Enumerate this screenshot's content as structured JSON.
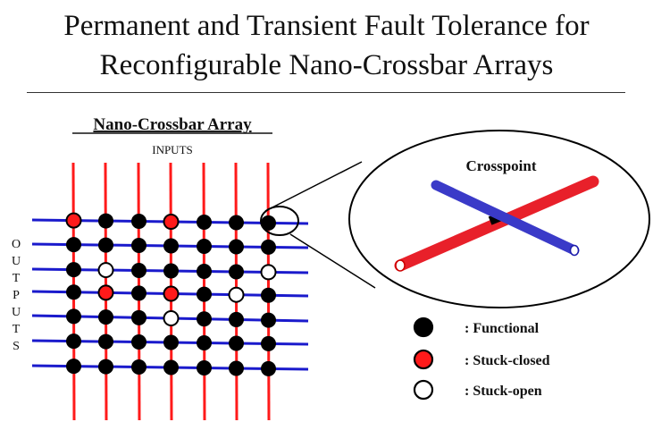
{
  "title": {
    "line1": "Permanent and Transient Fault Tolerance for",
    "line2": "Reconfigurable Nano-Crossbar Arrays"
  },
  "array": {
    "heading": "Nano-Crossbar Array",
    "inputs_label": "INPUTS",
    "outputs_letters": [
      "O",
      "U",
      "T",
      "P",
      "U",
      "T",
      "S"
    ],
    "rows": 7,
    "cols": 7,
    "cells": [
      [
        "stuck-closed",
        "functional",
        "functional",
        "stuck-closed",
        "functional",
        "functional",
        "functional"
      ],
      [
        "functional",
        "functional",
        "functional",
        "functional",
        "functional",
        "functional",
        "functional"
      ],
      [
        "functional",
        "stuck-open",
        "functional",
        "functional",
        "functional",
        "functional",
        "stuck-open"
      ],
      [
        "functional",
        "stuck-closed",
        "functional",
        "stuck-closed",
        "functional",
        "stuck-open",
        "functional"
      ],
      [
        "functional",
        "functional",
        "functional",
        "stuck-open",
        "functional",
        "functional",
        "functional"
      ],
      [
        "functional",
        "functional",
        "functional",
        "functional",
        "functional",
        "functional",
        "functional"
      ],
      [
        "functional",
        "functional",
        "functional",
        "functional",
        "functional",
        "functional",
        "functional"
      ]
    ]
  },
  "crosspoint": {
    "label": "Crosspoint"
  },
  "legend": [
    {
      "type": "functional",
      "label": ": Functional"
    },
    {
      "type": "stuck-closed",
      "label": ": Stuck-closed"
    },
    {
      "type": "stuck-open",
      "label": ": Stuck-open"
    }
  ],
  "colors": {
    "vertical_wire": "#ff1a1a",
    "horizontal_wire": "#1a1acc",
    "functional": "#000000",
    "stuck_closed": "#ff1a1a",
    "stuck_open": "#ffffff",
    "zoom_red_bar": "#e8202a",
    "zoom_blue_bar": "#3a3ac8"
  }
}
